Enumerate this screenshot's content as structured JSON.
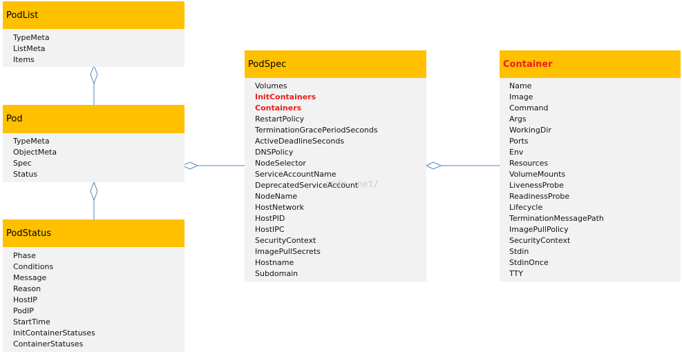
{
  "colors": {
    "header": "#ffc000",
    "body": "#f2f2f2",
    "highlight": "#e8201c",
    "connector": "#4f81bd"
  },
  "watermark": "csdn. net/",
  "boxes": {
    "podlist": {
      "title": "PodList",
      "fields": [
        "TypeMeta",
        "ListMeta",
        "Items"
      ]
    },
    "pod": {
      "title": "Pod",
      "fields": [
        "TypeMeta",
        "ObjectMeta",
        "Spec",
        "Status"
      ]
    },
    "podstatus": {
      "title": "PodStatus",
      "fields": [
        "Phase",
        "Conditions",
        "Message",
        "Reason",
        "HostIP",
        "PodIP",
        "StartTime",
        "InitContainerStatuses",
        "ContainerStatuses"
      ]
    },
    "podspec": {
      "title": "PodSpec",
      "fields": [
        "Volumes",
        "InitContainers",
        "Containers",
        "RestartPolicy",
        "TerminationGracePeriodSeconds",
        "ActiveDeadlineSeconds",
        "DNSPolicy",
        "NodeSelector",
        "ServiceAccountName",
        "DeprecatedServiceAccount",
        "NodeName",
        "HostNetwork",
        "HostPID",
        "HostIPC",
        "SecurityContext",
        "ImagePullSecrets",
        "Hostname",
        "Subdomain"
      ],
      "highlighted_fields": [
        "InitContainers",
        "Containers"
      ]
    },
    "container": {
      "title": "Container",
      "title_highlighted": true,
      "fields": [
        "Name",
        "Image",
        "Command",
        "Args",
        "WorkingDir",
        "Ports",
        "Env",
        "Resources",
        "VolumeMounts",
        "LivenessProbe",
        "ReadinessProbe",
        "Lifecycle",
        "TerminationMessagePath",
        "ImagePullPolicy",
        "SecurityContext",
        "Stdin",
        "StdinOnce",
        "TTY"
      ]
    }
  },
  "relations": [
    {
      "from": "PodList",
      "to": "Pod",
      "type": "aggregation"
    },
    {
      "from": "Pod",
      "to": "PodStatus",
      "type": "aggregation"
    },
    {
      "from": "Pod",
      "to": "PodSpec",
      "type": "aggregation"
    },
    {
      "from": "PodSpec",
      "to": "Container",
      "type": "aggregation"
    }
  ]
}
